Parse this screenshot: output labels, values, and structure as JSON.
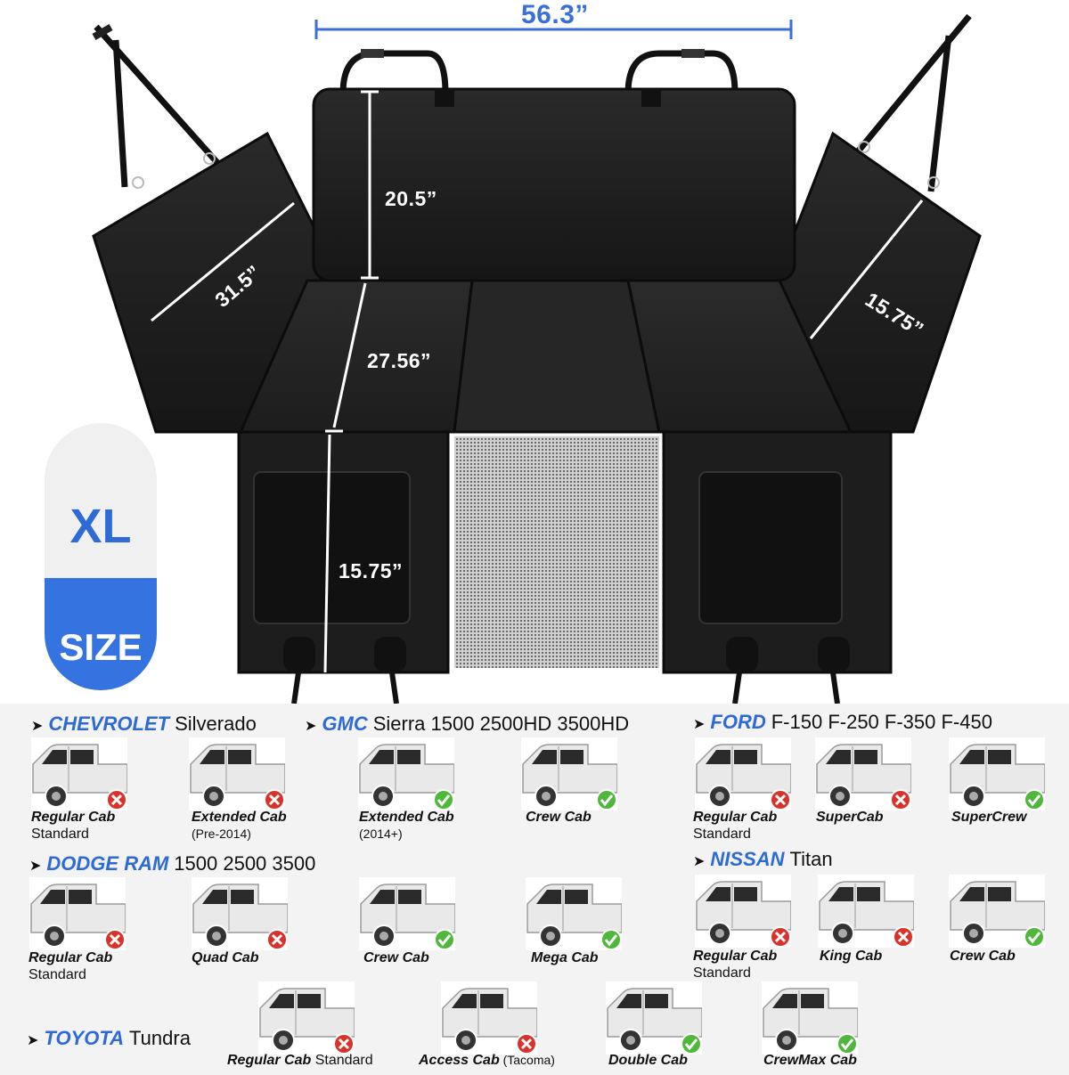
{
  "dimensions": {
    "width_top": "56.3”",
    "backrest_height": "20.5”",
    "seat_depth": "27.56”",
    "hanging_flap": "15.75”",
    "left_side_flap": "31.5”",
    "right_side_flap": "15.75”"
  },
  "size_badge": {
    "size_code": "XL",
    "size_word": "SIZE"
  },
  "colors": {
    "accent": "#2e6ad6",
    "cross": "#d8332b",
    "check": "#4fb83b"
  },
  "brands": [
    {
      "name": "CHEVROLET",
      "models": "Silverado"
    },
    {
      "name": "GMC",
      "models": "Sierra 1500 2500HD 3500HD"
    },
    {
      "name": "FORD",
      "models": "F-150 F-250 F-350 F-450"
    },
    {
      "name": "DODGE RAM",
      "models": "1500 2500 3500"
    },
    {
      "name": "NISSAN",
      "models": "Titan"
    },
    {
      "name": "TOYOTA",
      "models": "Tundra"
    }
  ],
  "trucks": [
    {
      "cab": "Regular Cab",
      "note": "Standard",
      "fits": false
    },
    {
      "cab": "Extended Cab",
      "note": "(Pre-2014)",
      "fits": false
    },
    {
      "cab": "Extended Cab",
      "note": "(2014+)",
      "fits": true
    },
    {
      "cab": "Crew Cab",
      "note": "",
      "fits": true
    },
    {
      "cab": "Regular Cab",
      "note": "Standard",
      "fits": false
    },
    {
      "cab": "SuperCab",
      "note": "",
      "fits": false
    },
    {
      "cab": "SuperCrew",
      "note": "",
      "fits": true
    },
    {
      "cab": "Regular Cab",
      "note": "Standard",
      "fits": false
    },
    {
      "cab": "Quad Cab",
      "note": "",
      "fits": false
    },
    {
      "cab": "Crew Cab",
      "note": "",
      "fits": true
    },
    {
      "cab": "Mega Cab",
      "note": "",
      "fits": true
    },
    {
      "cab": "Regular Cab",
      "note": "Standard",
      "fits": false
    },
    {
      "cab": "King Cab",
      "note": "",
      "fits": false
    },
    {
      "cab": "Crew Cab",
      "note": "",
      "fits": true
    },
    {
      "cab": "Regular Cab",
      "note": "Standard",
      "fits": false
    },
    {
      "cab": "Access Cab",
      "note": "(Tacoma)",
      "fits": false
    },
    {
      "cab": "Double Cab",
      "note": "",
      "fits": true
    },
    {
      "cab": "CrewMax Cab",
      "note": "",
      "fits": true
    }
  ]
}
